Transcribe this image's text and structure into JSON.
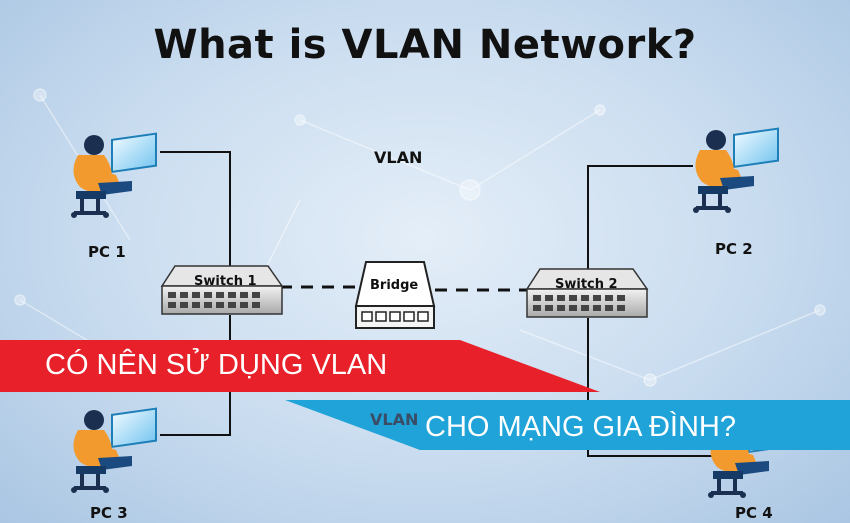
{
  "title": "What is VLAN Network?",
  "vlan_top": "VLAN",
  "vlan_bottom": "VLAN",
  "nodes": {
    "pc1": "PC 1",
    "pc2": "PC 2",
    "pc3": "PC 3",
    "pc4": "PC 4",
    "switch1": "Switch 1",
    "switch2": "Switch 2",
    "bridge": "Bridge"
  },
  "banner": {
    "line1": "CÓ NÊN SỬ DỤNG VLAN",
    "line2": "CHO MẠNG GIA ĐÌNH?",
    "red": "#e8202a",
    "blue": "#1fa3d8"
  }
}
